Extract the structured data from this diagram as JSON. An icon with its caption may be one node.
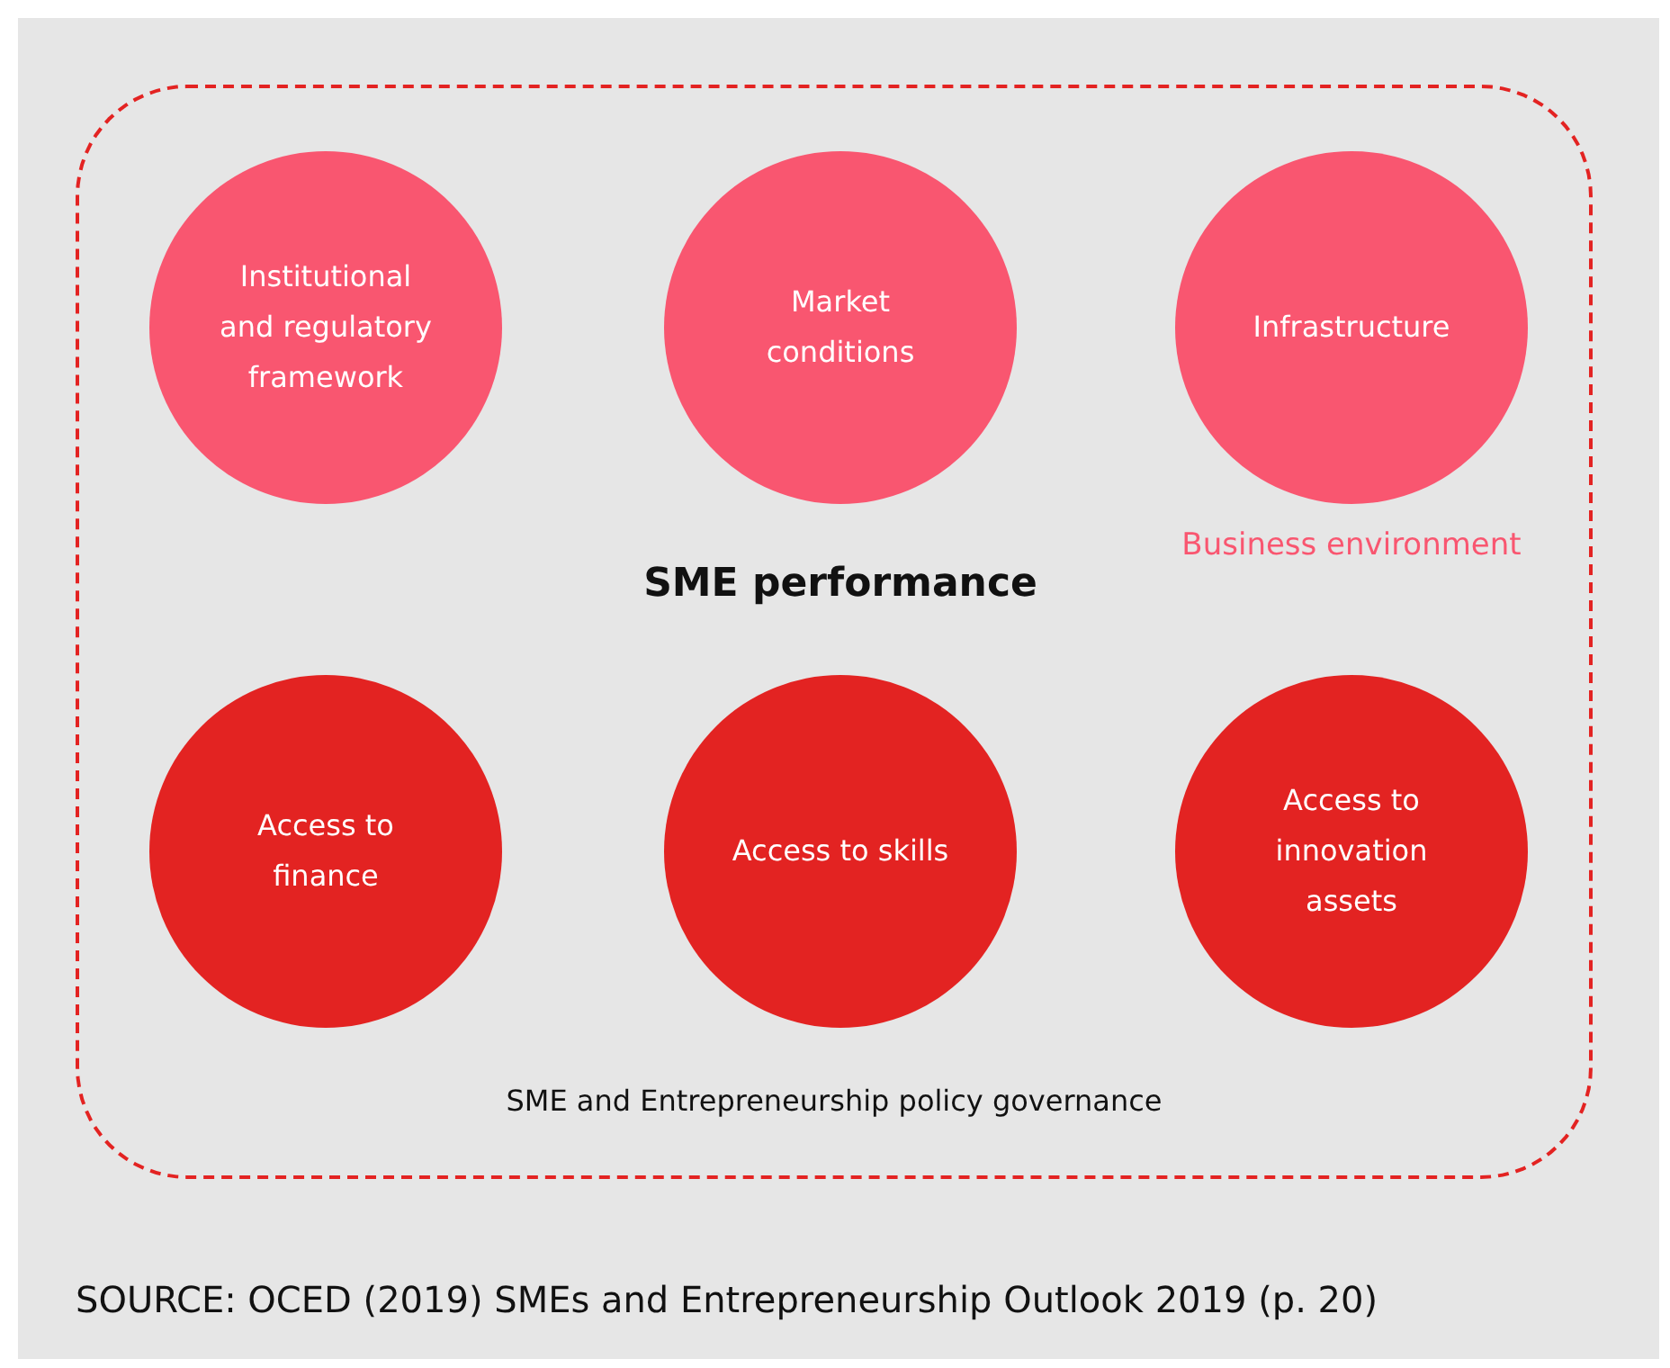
{
  "diagram": {
    "caption": "SOURCE: OCED (2019) SMEs and Entrepreneurship Outlook 2019 (p. 20)",
    "nodes": [
      {
        "text": [
          "SME and Entrepreneurship policy governance"
        ]
      },
      {
        "text": [
          "Institutional and regulatory framework"
        ],
        "in": 0
      },
      {
        "text": [
          "Market conditions"
        ],
        "in": 0
      },
      {
        "text": [
          "Infrastructure"
        ],
        "in": 0
      },
      {
        "text": [
          "Access to finance"
        ],
        "in": 0
      },
      {
        "text": [
          "Access to skills"
        ],
        "in": 0
      },
      {
        "text": [
          "Access to innovation assets"
        ],
        "in": 0
      }
    ],
    "edges": [],
    "labels": [
      "Business environment",
      "SME performance"
    ]
  }
}
